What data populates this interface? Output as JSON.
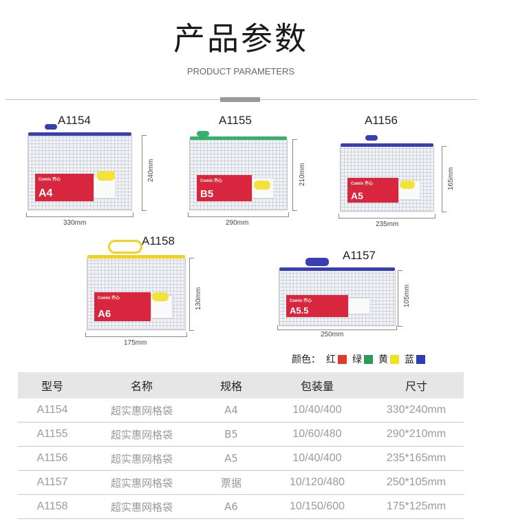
{
  "header": {
    "title": "产品参数",
    "subtitle": "PRODUCT PARAMETERS"
  },
  "products": [
    {
      "code": "A1154",
      "tag": "A4",
      "width": "330mm",
      "height": "240mm",
      "zip_color": "#3a3fb0",
      "brand": "Comix 齐心"
    },
    {
      "code": "A1155",
      "tag": "B5",
      "width": "290mm",
      "height": "210mm",
      "zip_color": "#34b06a",
      "brand": "Comix 齐心"
    },
    {
      "code": "A1156",
      "tag": "A5",
      "width": "235mm",
      "height": "165mm",
      "zip_color": "#3a3fb0",
      "brand": "Comix 齐心"
    },
    {
      "code": "A1158",
      "tag": "A6",
      "width": "175mm",
      "height": "130mm",
      "zip_color": "#f2d21e",
      "brand": "Comix 齐心"
    },
    {
      "code": "A1157",
      "tag": "A5.5",
      "width": "250mm",
      "height": "105mm",
      "zip_color": "#3a3fb0",
      "brand": "Comix 齐心"
    }
  ],
  "colors": {
    "label": "颜色：",
    "items": [
      {
        "name": "红",
        "hex": "#e03a2a"
      },
      {
        "name": "绿",
        "hex": "#2e9a5a"
      },
      {
        "name": "黄",
        "hex": "#f3e21a"
      },
      {
        "name": "蓝",
        "hex": "#2d3fb0"
      }
    ]
  },
  "table": {
    "headers": [
      "型号",
      "名称",
      "规格",
      "包装量",
      "尺寸"
    ],
    "rows": [
      [
        "A1154",
        "超实惠网格袋",
        "A4",
        "10/40/400",
        "330*240mm"
      ],
      [
        "A1155",
        "超实惠网格袋",
        "B5",
        "10/60/480",
        "290*210mm"
      ],
      [
        "A1156",
        "超实惠网格袋",
        "A5",
        "10/40/400",
        "235*165mm"
      ],
      [
        "A1157",
        "超实惠网格袋",
        "票据",
        "10/120/480",
        "250*105mm"
      ],
      [
        "A1158",
        "超实惠网格袋",
        "A6",
        "10/150/600",
        "175*125mm"
      ]
    ]
  }
}
